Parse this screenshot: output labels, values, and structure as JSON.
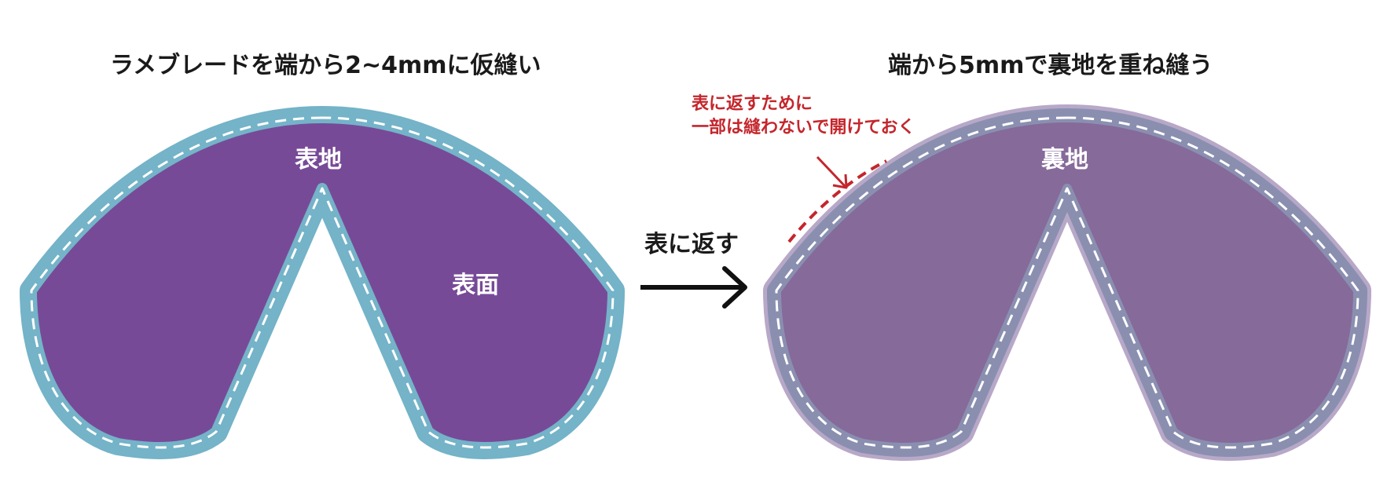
{
  "left_panel": {
    "title": "ラメブレードを端から2~4mmに仮縫い",
    "fabric_label": "表地",
    "face_label": "表面",
    "fabric_color": "#774a98",
    "braid_color": "#74b3c8"
  },
  "arrow": {
    "label": "表に返す",
    "color": "#111111"
  },
  "right_panel": {
    "title": "端から5mmで裏地を重ね縫う",
    "lining_label": "裏地",
    "note_line1": "表に返すために",
    "note_line2": "一部は縫わないで開けておく",
    "note_color": "#c4262c",
    "lining_color": "#866a9a",
    "braid_color": "#8a8fb0"
  }
}
